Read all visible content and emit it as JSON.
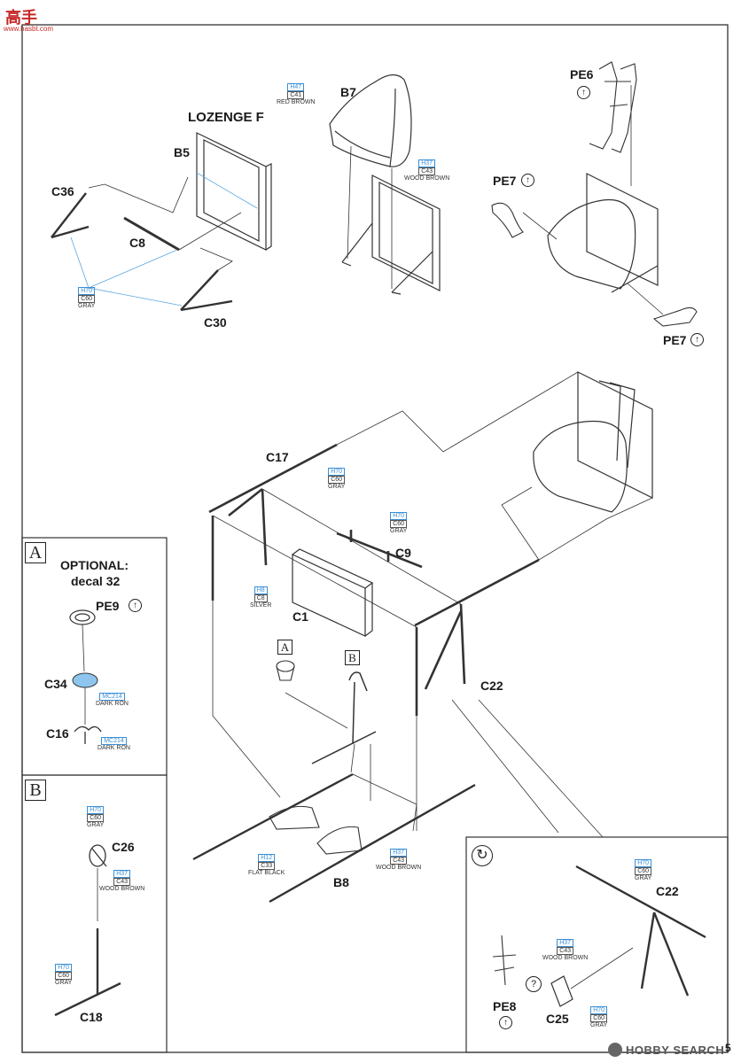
{
  "watermark": {
    "top_text": "高手",
    "site": "www.hasbt.com"
  },
  "brand": {
    "logo": "HOBBY SEARCH"
  },
  "page_number": "5",
  "headings": {
    "lozenge": "LOZENGE F",
    "optional": "OPTIONAL:",
    "decal": "decal 32"
  },
  "boxes": {
    "a": "A",
    "b": "B",
    "rotate": "↻"
  },
  "parts": {
    "b5": "B5",
    "c36": "C36",
    "c8": "C8",
    "c30": "C30",
    "b7": "B7",
    "pe6": "PE6",
    "pe7a": "PE7",
    "pe7b": "PE7",
    "c17": "C17",
    "c9": "C9",
    "c1": "C1",
    "c22": "C22",
    "c22b": "C22",
    "b8": "B8",
    "pe9": "PE9",
    "c34": "C34",
    "c16": "C16",
    "c26": "C26",
    "c18": "C18",
    "pe8": "PE8",
    "c25": "C25",
    "inline_a": "A",
    "inline_b": "B"
  },
  "paints": {
    "p1": {
      "h": "H47",
      "c": "C41",
      "name": "RED BROWN"
    },
    "p2": {
      "h": "H37",
      "c": "C43",
      "name": "WOOD BROWN"
    },
    "p3": {
      "h": "H70",
      "c": "C60",
      "name": "GRAY"
    },
    "p4": {
      "h": "H70",
      "c": "C60",
      "name": "GRAY"
    },
    "p5": {
      "h": "H70",
      "c": "C60",
      "name": "GRAY"
    },
    "p6": {
      "h": "H8",
      "c": "C8",
      "name": "SILVER"
    },
    "p7": {
      "h": "H12",
      "c": "C33",
      "name": "FLAT BLACK"
    },
    "p8": {
      "h": "H37",
      "c": "C43",
      "name": "WOOD BROWN"
    },
    "p9": {
      "h": "MC214",
      "c": "",
      "name": "DARK RON"
    },
    "p10": {
      "h": "MC214",
      "c": "",
      "name": "DARK RON"
    },
    "p11": {
      "h": "H70",
      "c": "C60",
      "name": "GRAY"
    },
    "p12": {
      "h": "H37",
      "c": "C43",
      "name": "WOOD BROWN"
    },
    "p13": {
      "h": "H70",
      "c": "C60",
      "name": "GRAY"
    },
    "p14": {
      "h": "H70",
      "c": "C60",
      "name": "GRAY"
    },
    "p15": {
      "h": "H37",
      "c": "C43",
      "name": "WOOD BROWN"
    },
    "p16": {
      "h": "H70",
      "c": "C60",
      "name": "GRAY"
    }
  },
  "colors": {
    "leader_blue": "#5aa7e0",
    "line": "#333333"
  }
}
